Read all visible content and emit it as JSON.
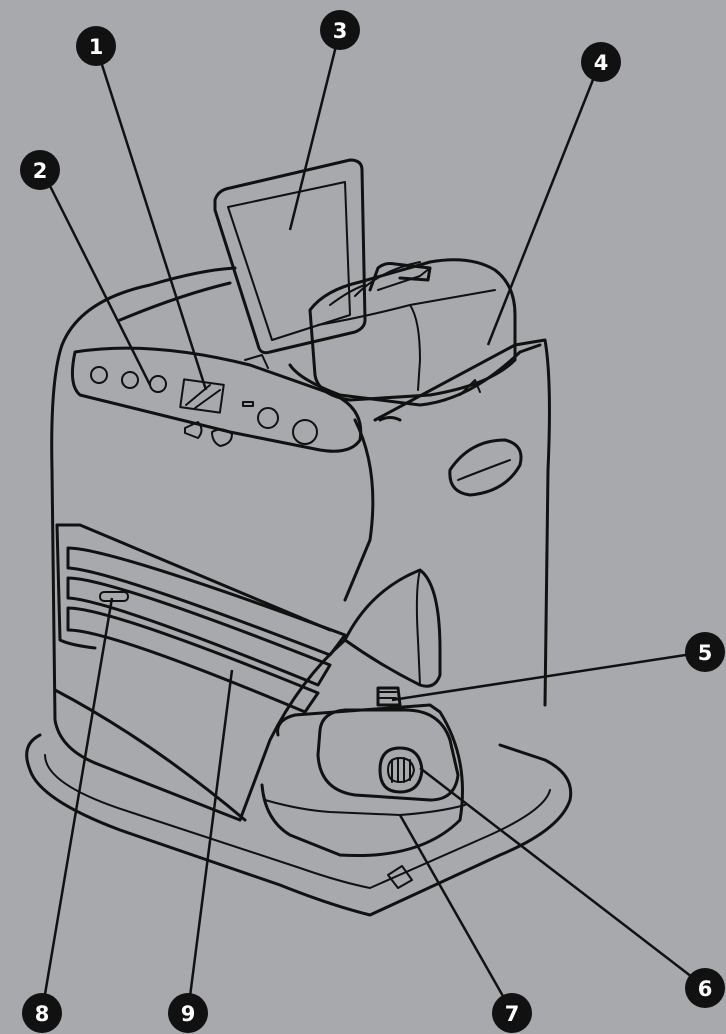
{
  "callouts": [
    {
      "id": "1",
      "label": "1"
    },
    {
      "id": "2",
      "label": "2"
    },
    {
      "id": "3",
      "label": "3"
    },
    {
      "id": "4",
      "label": "4"
    },
    {
      "id": "5",
      "label": "5"
    },
    {
      "id": "6",
      "label": "6"
    },
    {
      "id": "7",
      "label": "7"
    },
    {
      "id": "8",
      "label": "8"
    },
    {
      "id": "9",
      "label": "9"
    }
  ],
  "colors": {
    "background": "#a7a9ac",
    "line": "#111111",
    "badge": "#111111",
    "badge_text": "#ffffff"
  },
  "illustration": "kerosene-heater-line-drawing"
}
